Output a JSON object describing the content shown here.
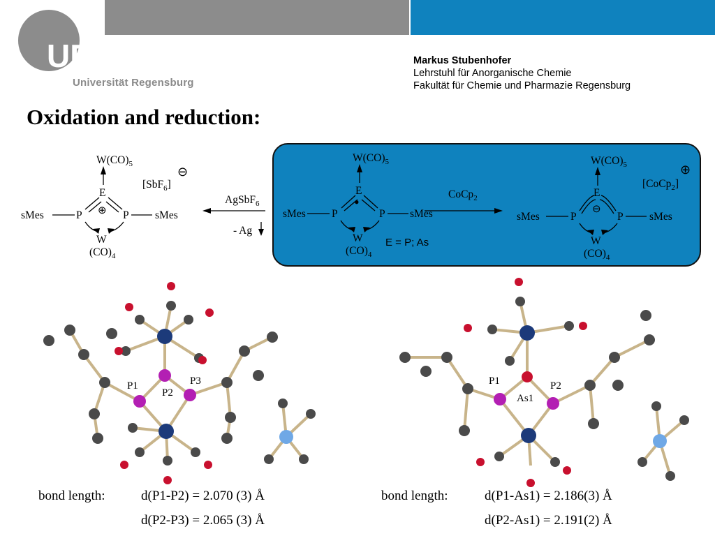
{
  "header": {
    "logo_text": "Universität Regensburg",
    "logo_mark": "UR",
    "author_name": "Markus Stubenhofer",
    "author_line1": "Lehrstuhl für Anorganische Chemie",
    "author_line2": "Fakultät für Chemie und Pharmazie Regensburg"
  },
  "title": "Oxidation and reduction:",
  "scheme": {
    "left": {
      "top_group": "W(CO)",
      "top_sub": "5",
      "center": "E",
      "p_left": "P",
      "p_right": "P",
      "sub_left": "sMes",
      "sub_right": "sMes",
      "bottom_w": "W",
      "bottom_co": "(CO)",
      "bottom_sub": "4",
      "charge": "⊕",
      "counterion": "[SbF",
      "counterion_sub": "6",
      "counterion_end": "]",
      "counterion_charge": "⊖"
    },
    "reagent_ox": "AgSbF",
    "reagent_ox_sub": "6",
    "byproduct": "- Ag",
    "middle": {
      "top_group": "W(CO)",
      "top_sub": "5",
      "center": "E",
      "p_left": "P",
      "p_right": "P",
      "sub_left": "sMes",
      "sub_right": "sMes",
      "bottom_w": "W",
      "bottom_co": "(CO)",
      "bottom_sub": "4",
      "radical": "•"
    },
    "reagent_red": "CoCp",
    "reagent_red_sub": "2",
    "right": {
      "top_group": "W(CO)",
      "top_sub": "5",
      "center": "E",
      "p_left": "P",
      "p_right": "P",
      "sub_left": "sMes",
      "sub_right": "sMes",
      "bottom_w": "W",
      "bottom_co": "(CO)",
      "bottom_sub": "4",
      "charge": "⊖",
      "counterion": "[CoCp",
      "counterion_sub": "2",
      "counterion_end": "]",
      "counterion_charge": "⊕"
    },
    "element_note": "E = P; As"
  },
  "structures": {
    "left": {
      "labels": [
        "P1",
        "P2",
        "P3"
      ],
      "bond_label": "bond length:",
      "bond1": "d(P1-P2) = 2.070 (3) Å",
      "bond2": "d(P2-P3) = 2.065 (3) Å"
    },
    "right": {
      "labels": [
        "P1",
        "As1",
        "P2"
      ],
      "bond_label": "bond length:",
      "bond1": "d(P1-As1) = 2.186(3)  Å",
      "bond2": "d(P2-As1) = 2.191(2)  Å"
    }
  },
  "colors": {
    "gray_bar": "#8c8c8c",
    "blue_bar": "#0f82be",
    "panel": "#0f82be",
    "atom_carbon": "#4a4a4a",
    "atom_oxygen": "#c8102e",
    "atom_phosphorus": "#b31fb3",
    "atom_tungsten": "#1c3a7a",
    "atom_cobalt": "#6fa8e6",
    "bond": "#c8b48a"
  }
}
